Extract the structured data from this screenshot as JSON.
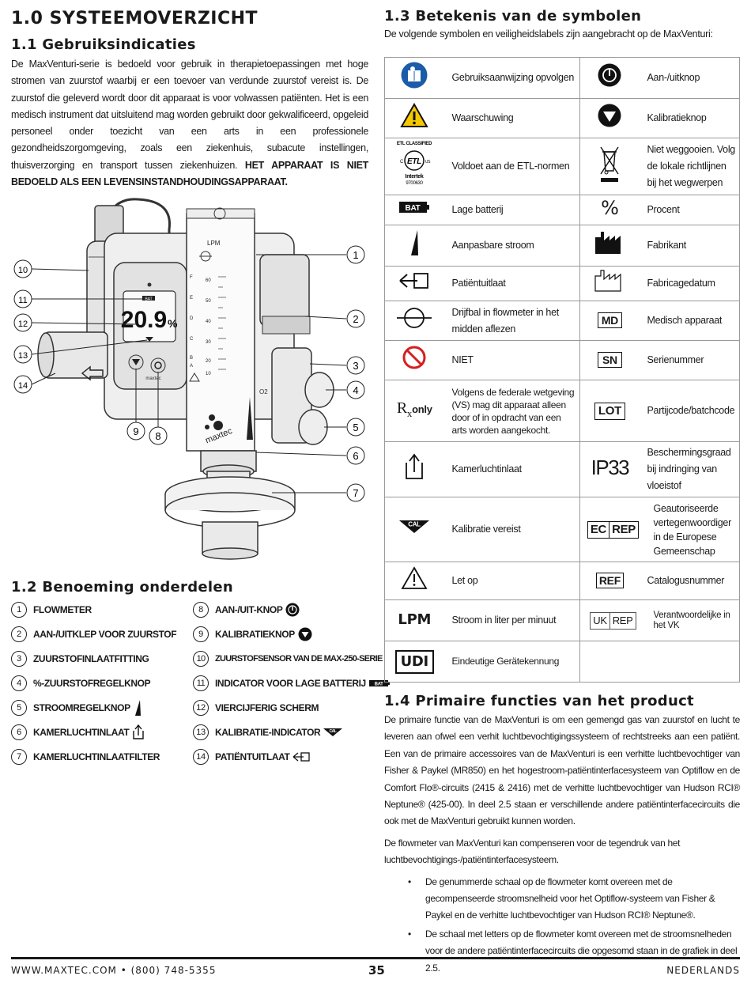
{
  "s10": {
    "title": "1.0 SYSTEEMOVERZICHT"
  },
  "s11": {
    "title": "1.1 Gebruiksindicaties",
    "text": "De MaxVenturi-serie is bedoeld voor gebruik in therapietoepassingen met hoge stromen van zuurstof waarbij er een toevoer van verdunde zuurstof vereist is. De zuurstof die geleverd wordt door dit apparaat is voor volwassen patiënten. Het is een medisch instrument dat uitsluitend mag worden gebruikt door gekwalificeerd, opgeleid personeel onder toezicht van een arts in een professionele gezondheidszorgomgeving, zoals een ziekenhuis, subacute instellingen, thuisverzorging en transport tussen ziekenhuizen.",
    "warning": "HET APPARAAT IS NIET BEDOELD ALS EEN LEVENSINSTANDHOUDINGSAPPARAAT."
  },
  "diagram": {
    "lpm": "LPM",
    "scale": [
      "60",
      "50",
      "40",
      "30",
      "20",
      "10"
    ],
    "letters": [
      "F",
      "E",
      "D",
      "C",
      "B",
      "A"
    ],
    "display_bat": "BAT",
    "display_value": "20.9",
    "display_unit": "%",
    "brand_small": "maxtec",
    "brand": "maxtec",
    "o2": "O2",
    "callouts": [
      "1",
      "2",
      "3",
      "4",
      "5",
      "6",
      "7",
      "8",
      "9",
      "10",
      "11",
      "12",
      "13",
      "14"
    ]
  },
  "s12": {
    "title": "1.2 Benoeming onderdelen",
    "parts": [
      {
        "n": "1",
        "label": "FLOWMETER"
      },
      {
        "n": "8",
        "label": "AAN-/UIT-KNOP"
      },
      {
        "n": "2",
        "label": "AAN-/UITKLEP VOOR ZUURSTOF"
      },
      {
        "n": "9",
        "label": "KALIBRATIEKNOP"
      },
      {
        "n": "3",
        "label": "ZUURSTOFINLAATFITTING"
      },
      {
        "n": "10",
        "label": "ZUURSTOFSENSOR VAN DE MAX-250-SERIE"
      },
      {
        "n": "4",
        "label": "%-ZUURSTOFREGELKNOP"
      },
      {
        "n": "11",
        "label": "INDICATOR VOOR LAGE BATTERIJ"
      },
      {
        "n": "5",
        "label": "STROOMREGELKNOP"
      },
      {
        "n": "12",
        "label": "VIERCIJFERIG SCHERM"
      },
      {
        "n": "6",
        "label": "KAMERLUCHTINLAAT"
      },
      {
        "n": "13",
        "label": "KALIBRATIE-INDICATOR"
      },
      {
        "n": "7",
        "label": "KAMERLUCHTINLAATFILTER"
      },
      {
        "n": "14",
        "label": "PATIËNTUITLAAT"
      }
    ]
  },
  "s13": {
    "title": "1.3 Betekenis van de symbolen",
    "intro": "De volgende symbolen en veiligheidslabels zijn aangebracht op de MaxVenturi:",
    "rows": [
      {
        "l": "Gebruiksaanwijzing opvolgen",
        "r": "Aan-/uitknop"
      },
      {
        "l": "Waarschuwing",
        "r": "Kalibratieknop"
      },
      {
        "l": "Voldoet aan de ETL-normen",
        "r": "Niet weggooien. Volg de lokale richtlijnen bij het wegwerpen"
      },
      {
        "l": "Lage batterij",
        "r": "Procent"
      },
      {
        "l": "Aanpasbare stroom",
        "r": "Fabrikant"
      },
      {
        "l": "Patiëntuitlaat",
        "r": "Fabricagedatum"
      },
      {
        "l": "Drijfbal in flowmeter in het midden aflezen",
        "r": "Medisch apparaat"
      },
      {
        "l": "NIET",
        "r": "Serienummer"
      },
      {
        "l": "Volgens de federale wetgeving (VS) mag dit apparaat alleen door of in opdracht van een arts worden aangekocht.",
        "r": "Partijcode/batchcode"
      },
      {
        "l": "Kamerluchtinlaat",
        "r": "Beschermingsgraad bij indringing van vloeistof"
      },
      {
        "l": "Kalibratie vereist",
        "r": "Geautoriseerde vertegenwoordiger in de Europese Gemeenschap"
      },
      {
        "l": "Let op",
        "r": "Catalogusnummer"
      },
      {
        "l": "Stroom in liter per minuut",
        "r": "Verantwoordelijke in het VK"
      },
      {
        "l": "Eindeutige Gerätekennung",
        "r": ""
      }
    ],
    "icons": {
      "etl_top": "ETL CLASSIFIED",
      "etl_c": "C",
      "etl_us": "US",
      "etl_mark": "ETL",
      "etl_intertek": "Intertek",
      "etl_num": "9700630",
      "bat": "BAT",
      "percent": "%",
      "md": "MD",
      "sn": "SN",
      "rx": "R",
      "rx_x": "x",
      "rx_only": "only",
      "lot": "LOT",
      "ip": "IP33",
      "cal": "CAL",
      "ec": "EC",
      "rep": "REP",
      "ref": "REF",
      "lpm": "LPM",
      "uk": "UK",
      "uk_rep": "REP",
      "udi": "UDI"
    }
  },
  "s14": {
    "title": "1.4 Primaire functies van het product",
    "p1": "De primaire functie van de MaxVenturi is om een gemengd gas van zuurstof en lucht te leveren aan ofwel een verhit luchtbevochtigingssysteem of rechtstreeks aan een patiënt. Een van de primaire accessoires van de MaxVenturi is een verhitte luchtbevochtiger van Fisher & Paykel (MR850) en het hogestroom-patiëntinterfacesysteem van Optiflow en de Comfort Flo®-circuits (2415 & 2416) met de verhitte luchtbevochtiger van Hudson RCI® Neptune® (425-00). In deel 2.5 staan er verschillende andere patiëntinterfacecircuits die ook met de MaxVenturi gebruikt kunnen worden.",
    "p2": "De flowmeter van MaxVenturi kan compenseren voor de tegendruk van het luchtbevochtigings-/patiëntinterfacesysteem.",
    "bullets": [
      "De genummerde schaal op de flowmeter komt overeen met de gecompenseerde stroomsnelheid voor het Optiflow-systeem van Fisher & Paykel en de verhitte luchtbevochtiger van Hudson RCI® Neptune®.",
      "De schaal met letters op de flowmeter komt overeen met de stroomsnelheden voor de andere patiëntinterfacecircuits die opgesomd staan in de grafiek in deel 2.5."
    ]
  },
  "footer": {
    "left": "WWW.MAXTEC.COM  •  (800) 748-5355",
    "page": "35",
    "right": "NEDERLANDS"
  }
}
